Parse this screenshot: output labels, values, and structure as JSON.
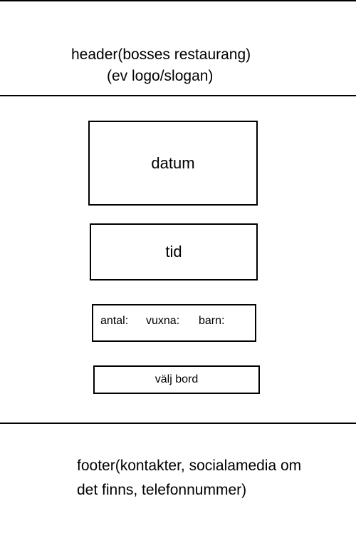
{
  "header": {
    "line1": "header(bosses restaurang)",
    "line2": "(ev logo/slogan)"
  },
  "form": {
    "datum_label": "datum",
    "tid_label": "tid",
    "antal_label": "antal:",
    "vuxna_label": "vuxna:",
    "barn_label": "barn:",
    "bord_label": "välj bord"
  },
  "footer": {
    "line1": "footer(kontakter, socialamedia om",
    "line2": "det finns, telefonnummer)"
  }
}
